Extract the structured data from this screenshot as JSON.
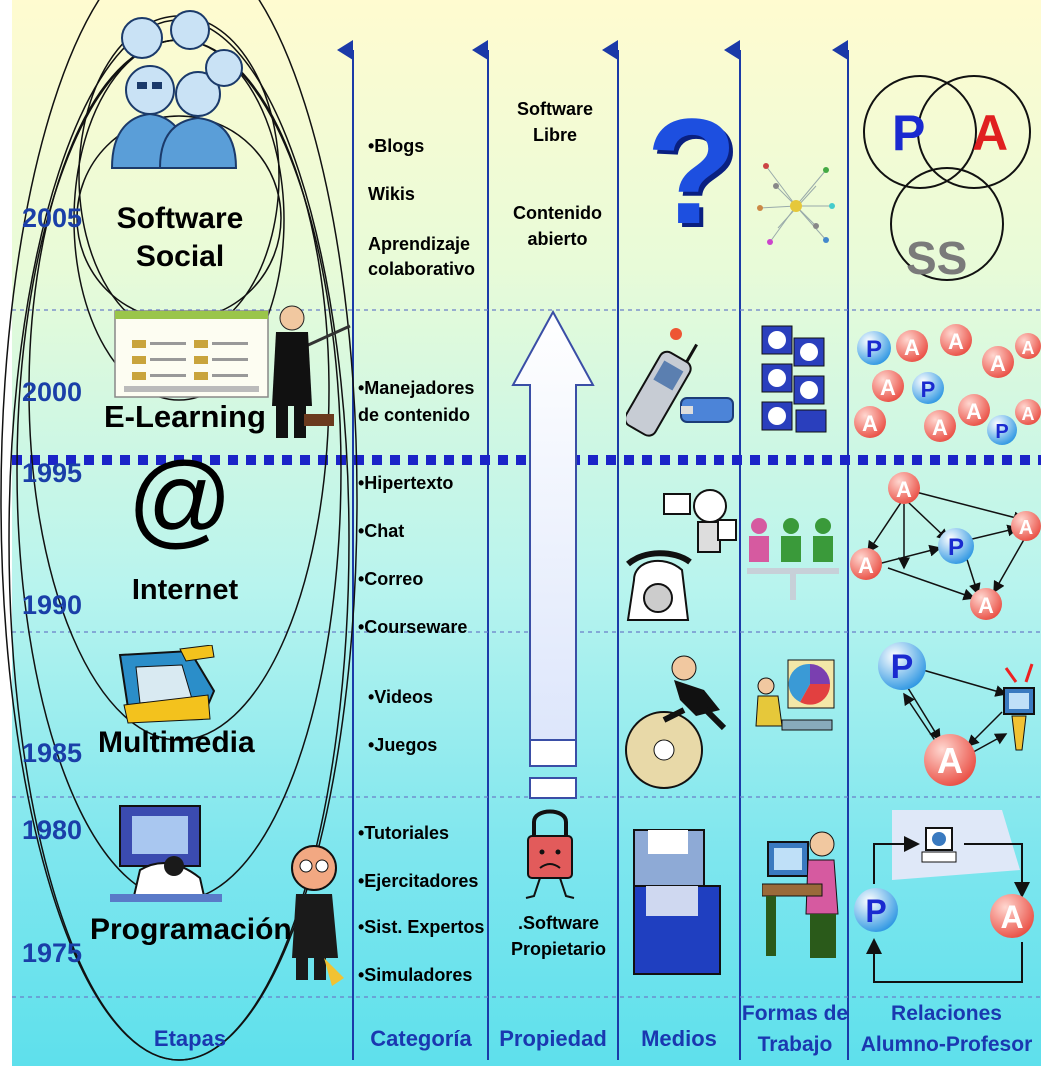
{
  "years": [
    "2005",
    "2000",
    "1995",
    "1990",
    "1985",
    "1980",
    "1975"
  ],
  "stages": {
    "software_social": "Software\nSocial",
    "e_learning": "E-Learning",
    "internet": "Internet",
    "internet_symbol": "@",
    "multimedia": "Multimedia",
    "programacion": "Programación"
  },
  "categoria": {
    "row1": [
      "•Blogs",
      "Wikis",
      "Aprendizaje\ncolaborativo"
    ],
    "row2": [
      "•Manejadores\nde contenido"
    ],
    "row3": [
      "•Hipertexto",
      "•Chat",
      "•Correo",
      "•Courseware"
    ],
    "row4": [
      "•Videos",
      "•Juegos"
    ],
    "row5": [
      "•Tutoriales",
      "•Ejercitadores",
      "•Sist. Expertos",
      "•Simuladores"
    ]
  },
  "propiedad": {
    "top1": "Software\nLibre",
    "top2": "Contenido\nabierto",
    "bottom": ".Software\nPropietario"
  },
  "medios": {
    "question_mark": "?"
  },
  "relaciones": {
    "venn": [
      "P",
      "A",
      "SS"
    ],
    "node_p": "P",
    "node_a": "A"
  },
  "footer": {
    "etapas": "Etapas",
    "categoria": "Categoría",
    "propiedad": "Propiedad",
    "medios": "Medios",
    "formas": "Formas de\nTrabajo",
    "relaciones": "Relaciones\nAlumno-Profesor"
  },
  "colors": {
    "year": "#1a3fa8",
    "footer": "#1a38b0",
    "divider_thick": "#1b24c8",
    "node_p": "#1f8fe0",
    "node_a": "#e8453a"
  }
}
